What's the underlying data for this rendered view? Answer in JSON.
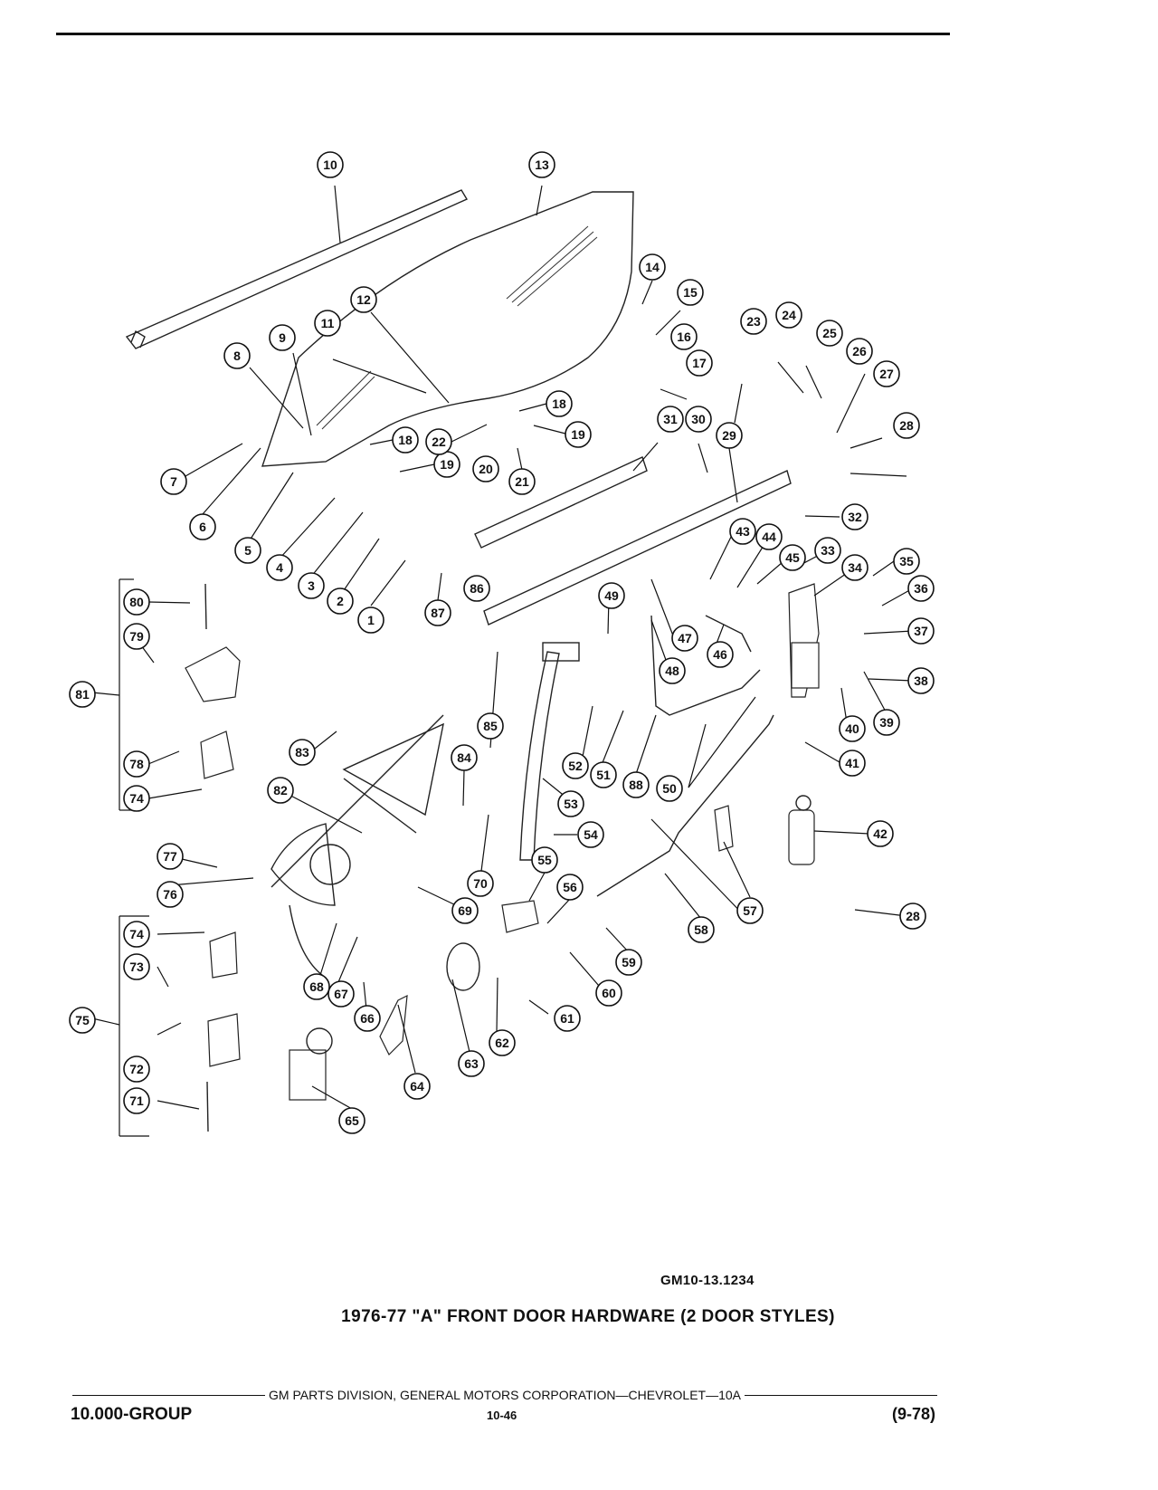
{
  "reference_code": "GM10-13.1234",
  "caption": "1976-77 \"A\" FRONT DOOR HARDWARE (2 DOOR STYLES)",
  "footer": {
    "publisher_line": "GM PARTS DIVISION, GENERAL MOTORS CORPORATION—CHEVROLET—10A",
    "group": "10.000-GROUP",
    "page_number": "10-46",
    "revision": "(9-78)"
  },
  "callouts": [
    "1",
    "2",
    "3",
    "4",
    "5",
    "6",
    "7",
    "8",
    "9",
    "10",
    "11",
    "12",
    "13",
    "14",
    "15",
    "16",
    "17",
    "18",
    "19",
    "20",
    "21",
    "22",
    "23",
    "24",
    "25",
    "26",
    "27",
    "28",
    "29",
    "30",
    "31",
    "32",
    "33",
    "34",
    "35",
    "36",
    "37",
    "38",
    "39",
    "40",
    "41",
    "42",
    "43",
    "44",
    "45",
    "46",
    "47",
    "48",
    "49",
    "50",
    "51",
    "52",
    "53",
    "54",
    "55",
    "56",
    "57",
    "58",
    "59",
    "60",
    "61",
    "62",
    "63",
    "64",
    "65",
    "66",
    "67",
    "68",
    "69",
    "70",
    "71",
    "72",
    "73",
    "74",
    "75",
    "76",
    "77",
    "78",
    "79",
    "80",
    "81",
    "82",
    "83",
    "84",
    "85",
    "86",
    "87",
    "88"
  ]
}
